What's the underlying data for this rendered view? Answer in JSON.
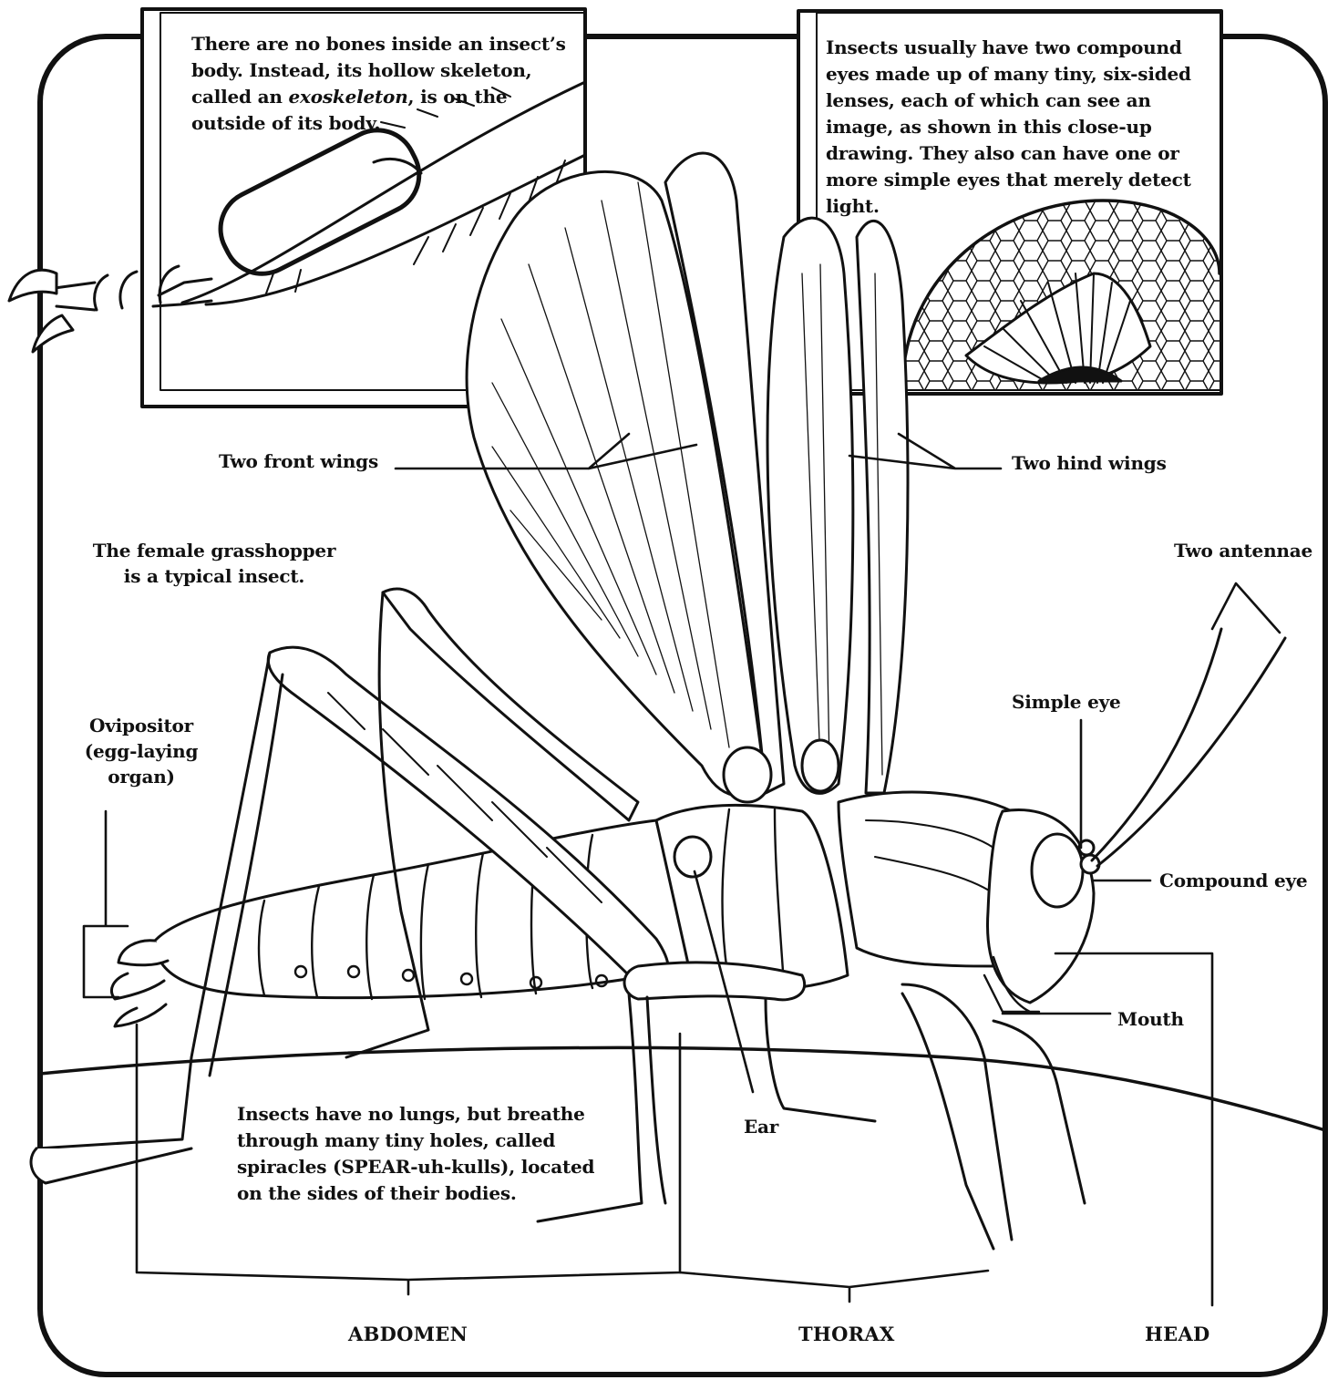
{
  "exoskeleton_box": {
    "before": "There are no bones inside an insect’s body. Instead, its hollow skeleton, called an ",
    "term": "exoskeleton",
    "after": ", is on the outside of its body."
  },
  "eyes_box": {
    "text": "Insects usually have two compound eyes made up of many tiny, six-sided lenses, each of which can see an image, as shown in this close-up drawing. They also can have one or more simple eyes that merely detect light."
  },
  "caption": {
    "line1": "The female grasshopper",
    "line2": "is a typical insect."
  },
  "labels": {
    "front_wings": "Two front wings",
    "hind_wings": "Two hind wings",
    "antennae": "Two antennae",
    "simple_eye": "Simple eye",
    "compound_eye": "Compound eye",
    "mouth": "Mouth",
    "ear": "Ear",
    "ovipositor_1": "Ovipositor",
    "ovipositor_2": "(egg-laying",
    "ovipositor_3": "organ)"
  },
  "spiracles_note": {
    "text": "Insects have no lungs, but breathe through many tiny holes, called spiracles (SPEAR-uh-kulls), located on the sides of their bodies."
  },
  "body_parts": {
    "abdomen": "ABDOMEN",
    "thorax": "THORAX",
    "head": "HEAD"
  },
  "colors": {
    "ink": "#111111",
    "paper": "#ffffff"
  }
}
